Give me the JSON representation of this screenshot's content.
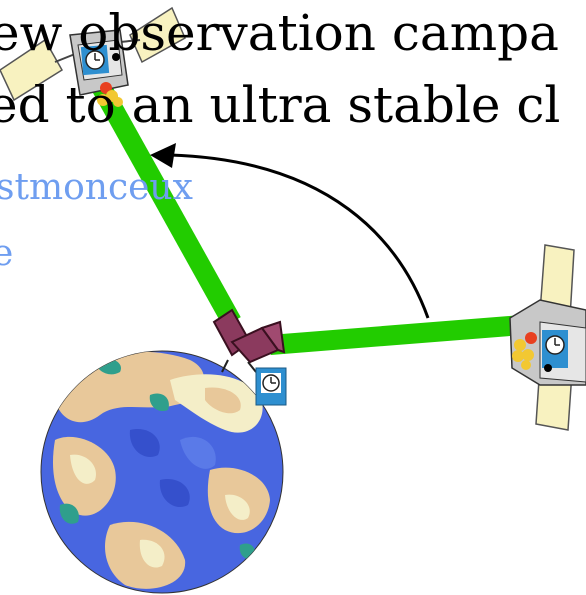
{
  "title": {
    "line1": "ew observation campa",
    "line2": "ed to an ultra stable cl"
  },
  "labels": {
    "station": "stmonceux",
    "second": "e"
  },
  "colors": {
    "laser_beam": "#22cc00",
    "arrow": "#000000",
    "label_text": "#6f9ef0",
    "telescope": "#8b3a5e",
    "clock_box": "#2e8fd0",
    "solar_panel": "#f8f2c0",
    "sat_body": "#c8c8c8",
    "earth_blue": "#4866e0",
    "earth_tan": "#e8c89a",
    "earth_cream": "#f4eec8",
    "earth_teal": "#2f9f8c"
  },
  "icons": {
    "satellite_left": "satellite-icon",
    "satellite_right": "satellite-icon",
    "ground_telescope": "telescope-icon",
    "ground_clock": "clock-icon",
    "earth": "earth-icon",
    "transfer_arrow": "curved-arrow-icon"
  }
}
